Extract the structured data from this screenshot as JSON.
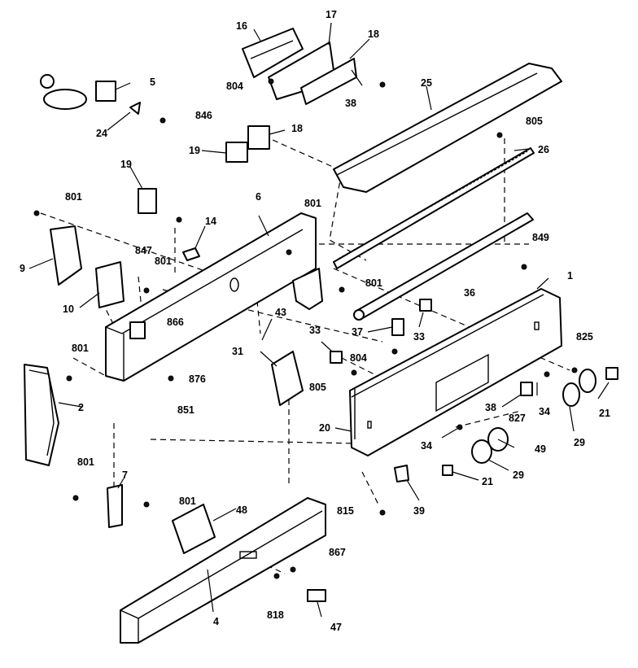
{
  "part_labels": {
    "p1": "1",
    "p2": "2",
    "p4": "4",
    "p6": "6",
    "p7": "7",
    "p9": "9",
    "p10": "10",
    "p14": "14",
    "p16": "16",
    "p17": "17",
    "p18a": "18",
    "p18b": "18",
    "p19a": "19",
    "p19b": "19",
    "p20": "20",
    "p21a": "21",
    "p21b": "21",
    "p24": "24",
    "p25": "25",
    "p26": "26",
    "p29a": "29",
    "p29b": "29",
    "p31": "31",
    "p33a": "33",
    "p33b": "33",
    "p34a": "34",
    "p34b": "34",
    "p36": "36",
    "p37": "37",
    "p38a": "38",
    "p38b": "38",
    "p39": "39",
    "p43": "43",
    "p47": "47",
    "p48": "48",
    "p49": "49",
    "p5": "5",
    "p801a": "801",
    "p801b": "801",
    "p801c": "801",
    "p801d": "801",
    "p801e": "801",
    "p801f": "801",
    "p804a": "804",
    "p804b": "804",
    "p805a": "805",
    "p805b": "805",
    "p815": "815",
    "p818": "818",
    "p825": "825",
    "p827": "827",
    "p846": "846",
    "p847": "847",
    "p849": "849",
    "p851": "851",
    "p866": "866",
    "p867": "867",
    "p876": "876"
  }
}
